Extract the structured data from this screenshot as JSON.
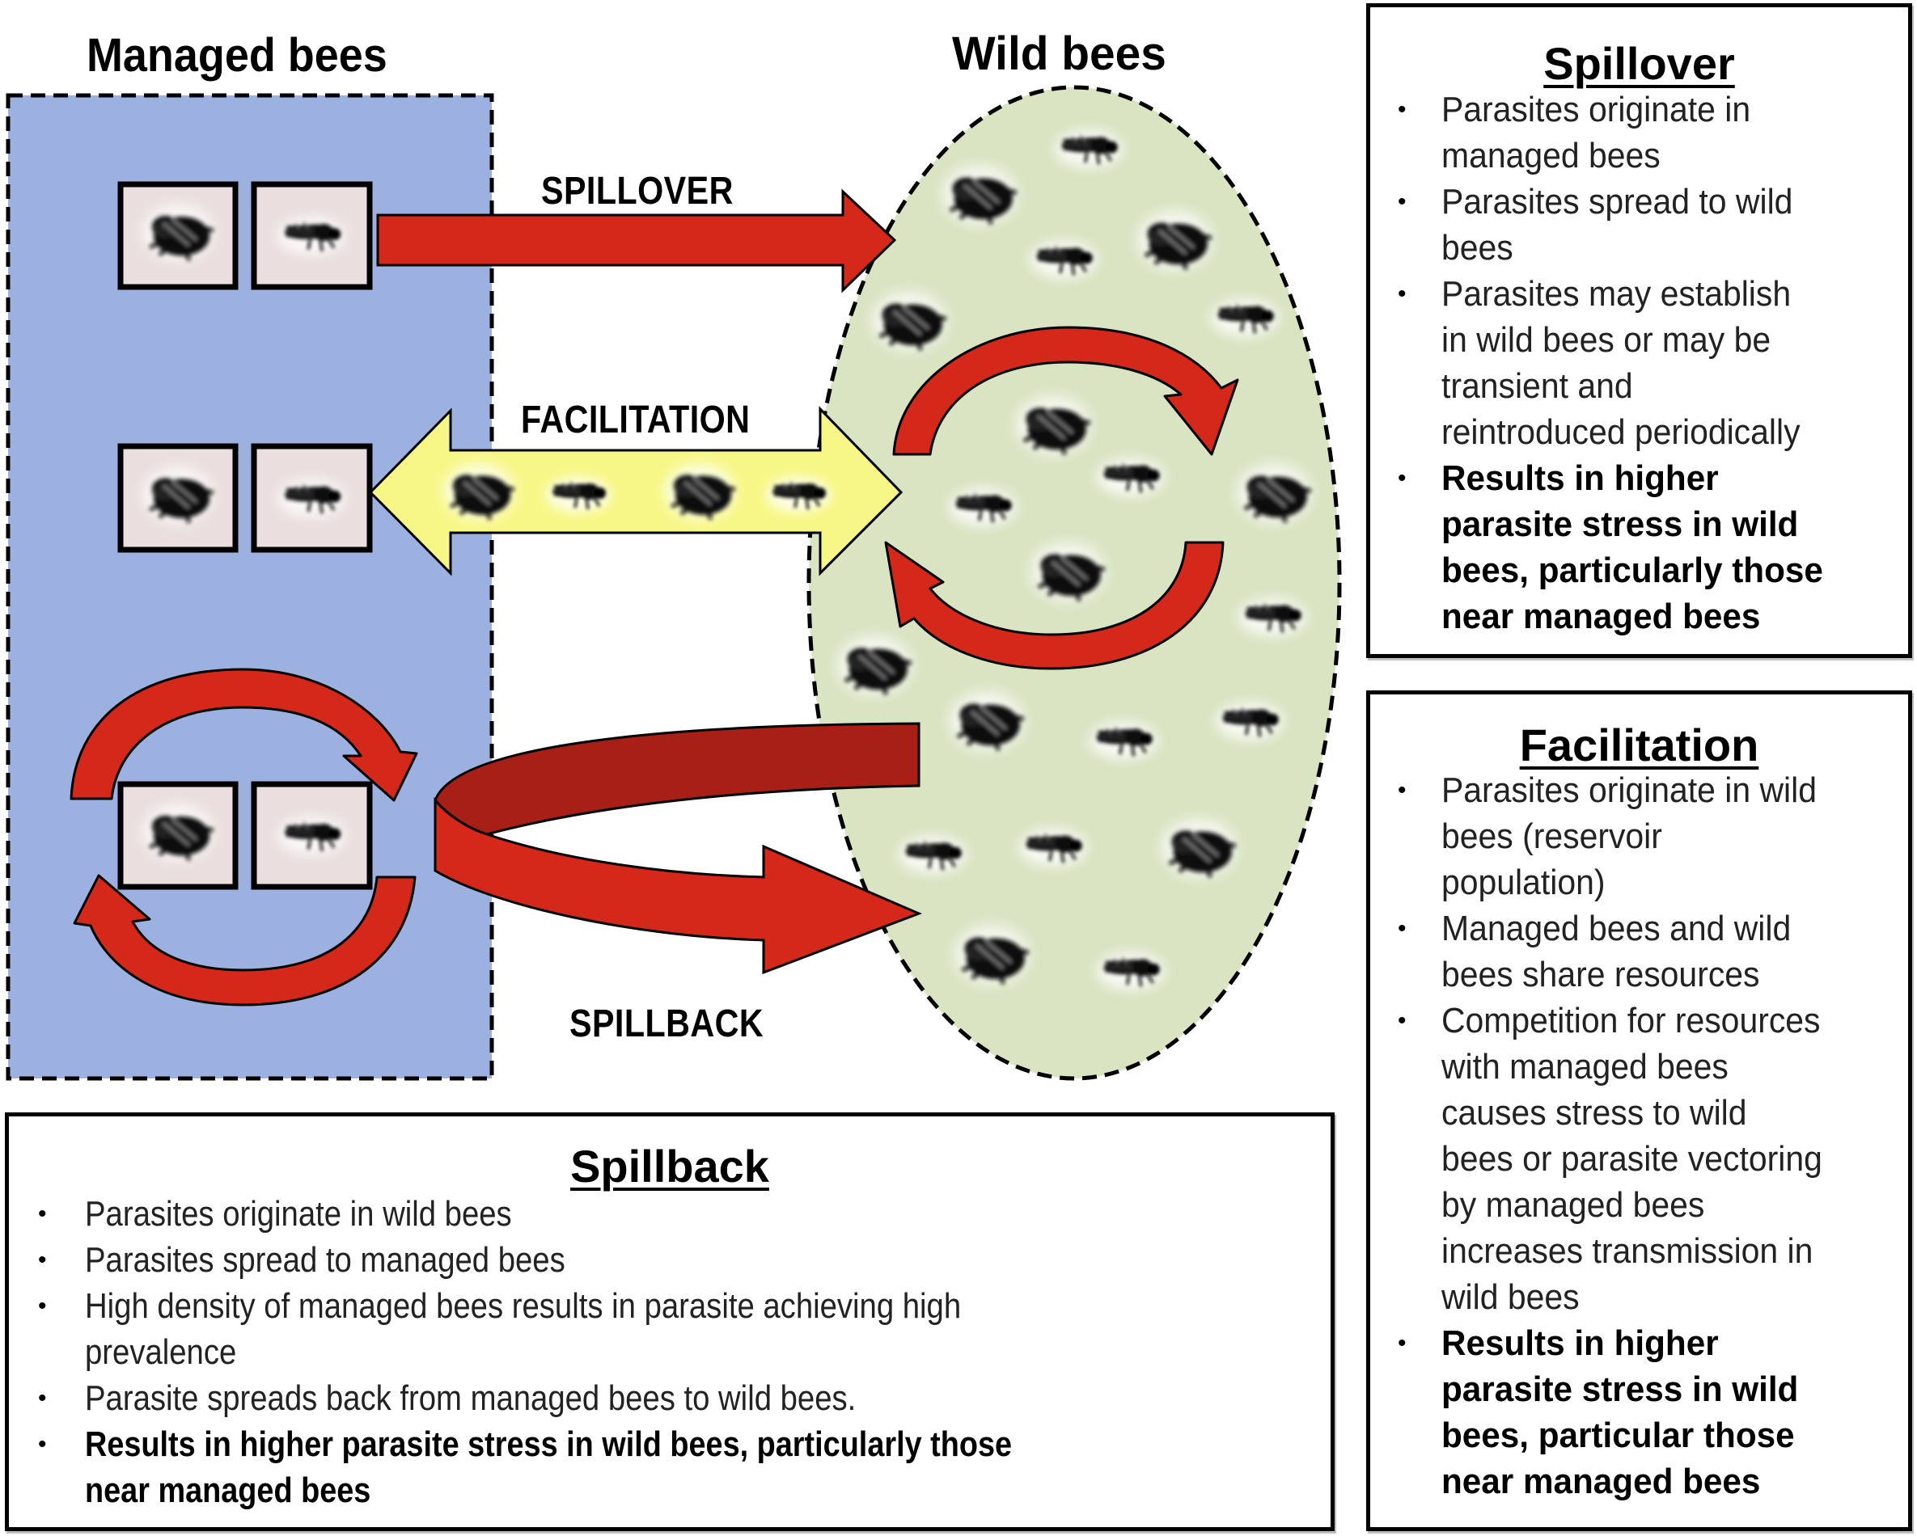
{
  "figure": {
    "titles": {
      "managed": "Managed bees",
      "wild": "Wild bees"
    },
    "flow_labels": {
      "spillover": "SPILLOVER",
      "facilitation": "FACILITATION",
      "spillback": "SPILLBACK"
    },
    "colors": {
      "managed_area": "#9DB1E0",
      "wild_area": "#D9E4C3",
      "arrow_red": "#D4281A",
      "arrow_dark_red": "#A81F16",
      "facilitation_yellow": "#F7F787",
      "bee_tile": "#EADFDD",
      "outline": "#000000"
    },
    "managed_group_rows": [
      {
        "process": "spillover",
        "icons": [
          "bumble-bee-icon",
          "honey-bee-icon"
        ]
      },
      {
        "process": "facilitation",
        "icons": [
          "bumble-bee-icon",
          "honey-bee-icon"
        ]
      },
      {
        "process": "spillback",
        "icons": [
          "bumble-bee-icon",
          "honey-bee-icon"
        ]
      }
    ],
    "facilitation_arrow_icons": [
      "bumble-bee-icon",
      "honey-bee-icon",
      "bumble-bee-icon",
      "honey-bee-icon"
    ],
    "wild_population_icons": {
      "bumble_bees": 10,
      "honey_bees": 11
    }
  },
  "boxes": {
    "spillover": {
      "heading": "Spillover",
      "items": [
        {
          "bold": false,
          "lines": [
            "Parasites originate in",
            "managed bees"
          ]
        },
        {
          "bold": false,
          "lines": [
            "Parasites spread to wild",
            "bees"
          ]
        },
        {
          "bold": false,
          "lines": [
            "Parasites may establish",
            "in wild bees or may be",
            "transient and",
            "reintroduced periodically"
          ]
        },
        {
          "bold": true,
          "lines": [
            "Results in higher",
            "parasite stress in wild",
            "bees, particularly those",
            "near managed bees"
          ]
        }
      ]
    },
    "facilitation": {
      "heading": "Facilitation",
      "items": [
        {
          "bold": false,
          "lines": [
            "Parasites originate in wild",
            "bees (reservoir",
            "population)"
          ]
        },
        {
          "bold": false,
          "lines": [
            "Managed bees and wild",
            "bees share resources"
          ]
        },
        {
          "bold": false,
          "lines": [
            "Competition for resources",
            "with managed bees",
            "causes stress to wild",
            "bees or parasite vectoring",
            "by managed bees",
            "increases transmission in",
            "wild bees"
          ]
        },
        {
          "bold": true,
          "lines": [
            "Results in higher",
            "parasite stress in wild",
            "bees, particular those",
            "near managed bees"
          ]
        }
      ]
    },
    "spillback": {
      "heading": "Spillback",
      "items": [
        {
          "bold": false,
          "lines": [
            "Parasites originate in wild bees"
          ]
        },
        {
          "bold": false,
          "lines": [
            "Parasites spread to managed bees"
          ]
        },
        {
          "bold": false,
          "lines": [
            "High density of managed bees results in parasite achieving high",
            "prevalence"
          ]
        },
        {
          "bold": false,
          "lines": [
            "Parasite spreads back from managed bees to wild bees."
          ]
        },
        {
          "bold": true,
          "lines": [
            "Results in higher parasite stress in wild bees, particularly those",
            "near managed bees"
          ]
        }
      ]
    }
  },
  "bullet_glyph": "•"
}
